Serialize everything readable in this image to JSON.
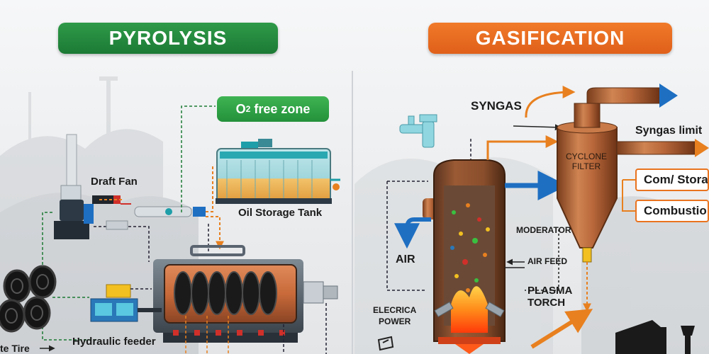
{
  "pyrolysis": {
    "title": "PYROLYSIS",
    "o2_zone": "free zone",
    "draft_fan": "Draft Fan",
    "oil_storage_tank": "Oil Storage Tank",
    "hydraulic_feeder": "Hydraulic feeder",
    "waste_tire": "te Tire"
  },
  "gasification": {
    "title": "GASIFICATION",
    "syngas": "SYNGAS",
    "syngas_limit": "Syngas limit",
    "cyclone_filter_line1": "CYCLONE",
    "cyclone_filter_line2": "FILTER",
    "com_storage": "Com/ Stora",
    "combustion": "Combustio",
    "moderator": "MODERATOR",
    "air": "AIR",
    "air_feed": "AIR FEED",
    "plasma_torch_line1": "PLASMA",
    "plasma_torch_line2": "TORCH",
    "electrical_power_line1": "ELECRICA",
    "electrical_power_line2": "POWER"
  },
  "colors": {
    "pyrolysis_green": "#1f8a3a",
    "gasification_orange": "#e9681f",
    "copper": "#b8673a",
    "flow_blue": "#1e6fc2",
    "flow_orange": "#e8801f"
  }
}
